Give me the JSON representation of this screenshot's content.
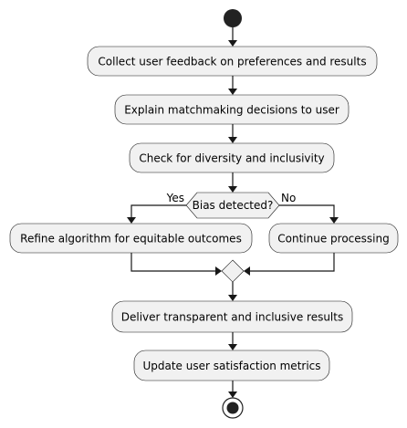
{
  "diagram": {
    "activities": {
      "collect": "Collect user feedback on preferences and results",
      "explain": "Explain matchmaking decisions to user",
      "check": "Check for diversity and inclusivity",
      "refine": "Refine algorithm for equitable outcomes",
      "continue": "Continue processing",
      "deliver": "Deliver transparent and inclusive results",
      "update": "Update user satisfaction metrics"
    },
    "decision": {
      "question": "Bias detected?",
      "yes_label": "Yes",
      "no_label": "No"
    }
  }
}
